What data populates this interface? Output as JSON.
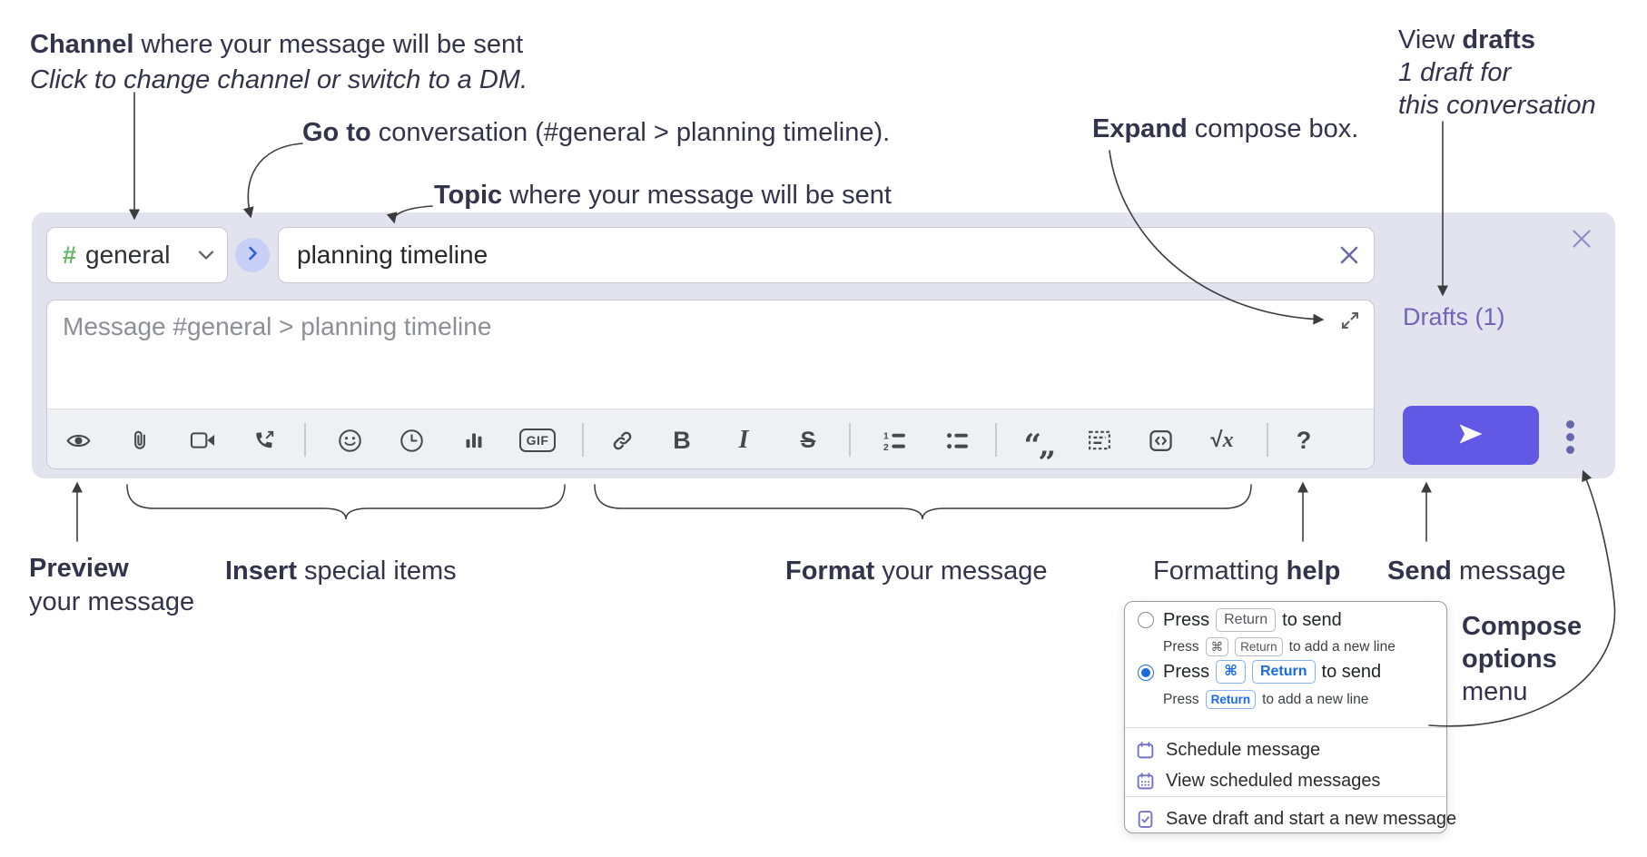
{
  "annotations": {
    "channel_line1_bold": "Channel",
    "channel_line1_rest": " where your message will be sent",
    "channel_line2": "Click to change channel or switch to a DM.",
    "goto_bold": "Go to",
    "goto_rest": " conversation (#general > planning timeline).",
    "topic_bold": "Topic",
    "topic_rest": " where your message will be sent",
    "drafts_pre": "View ",
    "drafts_bold": "drafts",
    "drafts_line2": "1 draft for",
    "drafts_line3": "this conversation",
    "expand_bold": "Expand",
    "expand_rest": " compose box.",
    "preview_bold": "Preview",
    "preview_line2": "your message",
    "insert_bold": "Insert",
    "insert_rest": " special items",
    "format_bold": "Format",
    "format_rest": " your message",
    "fhelp_pre": "Formatting ",
    "fhelp_bold": "help",
    "send_bold": "Send",
    "send_rest": " message",
    "compose_opts_line1": "Compose",
    "compose_opts_line2": "options",
    "compose_opts_line3": "menu"
  },
  "compose": {
    "channel_hash": "#",
    "channel_name": "general",
    "topic_value": "planning timeline",
    "message_placeholder": "Message #general > planning timeline",
    "drafts_link": "Drafts (1)"
  },
  "toolbar": {
    "icons": [
      "preview-eye",
      "attach-file",
      "start-video-call",
      "start-voice-call",
      "add-emoji",
      "add-global-time",
      "add-poll",
      "add-gif",
      "link",
      "bold",
      "italic",
      "strikethrough",
      "numbered-list",
      "bulleted-list",
      "quote",
      "spoiler",
      "code",
      "math",
      "message-formatting-help"
    ],
    "glyphs": {
      "bold": "B",
      "italic": "I",
      "strike": "S",
      "gif": "GIF",
      "quote": "“„",
      "math_root": "√",
      "math_var": "x",
      "help": "?"
    }
  },
  "popup": {
    "option1": {
      "press": "Press",
      "key1": "Return",
      "after": "to send",
      "sub_press": "Press",
      "sub_key1": "⌘",
      "sub_key2": "Return",
      "sub_after": "to add a new line"
    },
    "option2": {
      "press": "Press",
      "key1": "⌘",
      "key2": "Return",
      "after": "to send",
      "sub_press": "Press",
      "sub_key1": "Return",
      "sub_after": "to add a new line"
    },
    "menu_items": [
      {
        "icon": "calendar-icon",
        "label": "Schedule message"
      },
      {
        "icon": "calendar-dates-icon",
        "label": "View scheduled messages"
      },
      {
        "icon": "file-check-icon",
        "label": "Save draft and start a new message"
      }
    ]
  },
  "colors": {
    "accent_send": "#6158e6",
    "compose_bg": "#e3e3f0",
    "drafts_link_purple": "#6e66b8",
    "channel_hash_green": "#69b569",
    "radio_selected_blue": "#1a6be0"
  }
}
